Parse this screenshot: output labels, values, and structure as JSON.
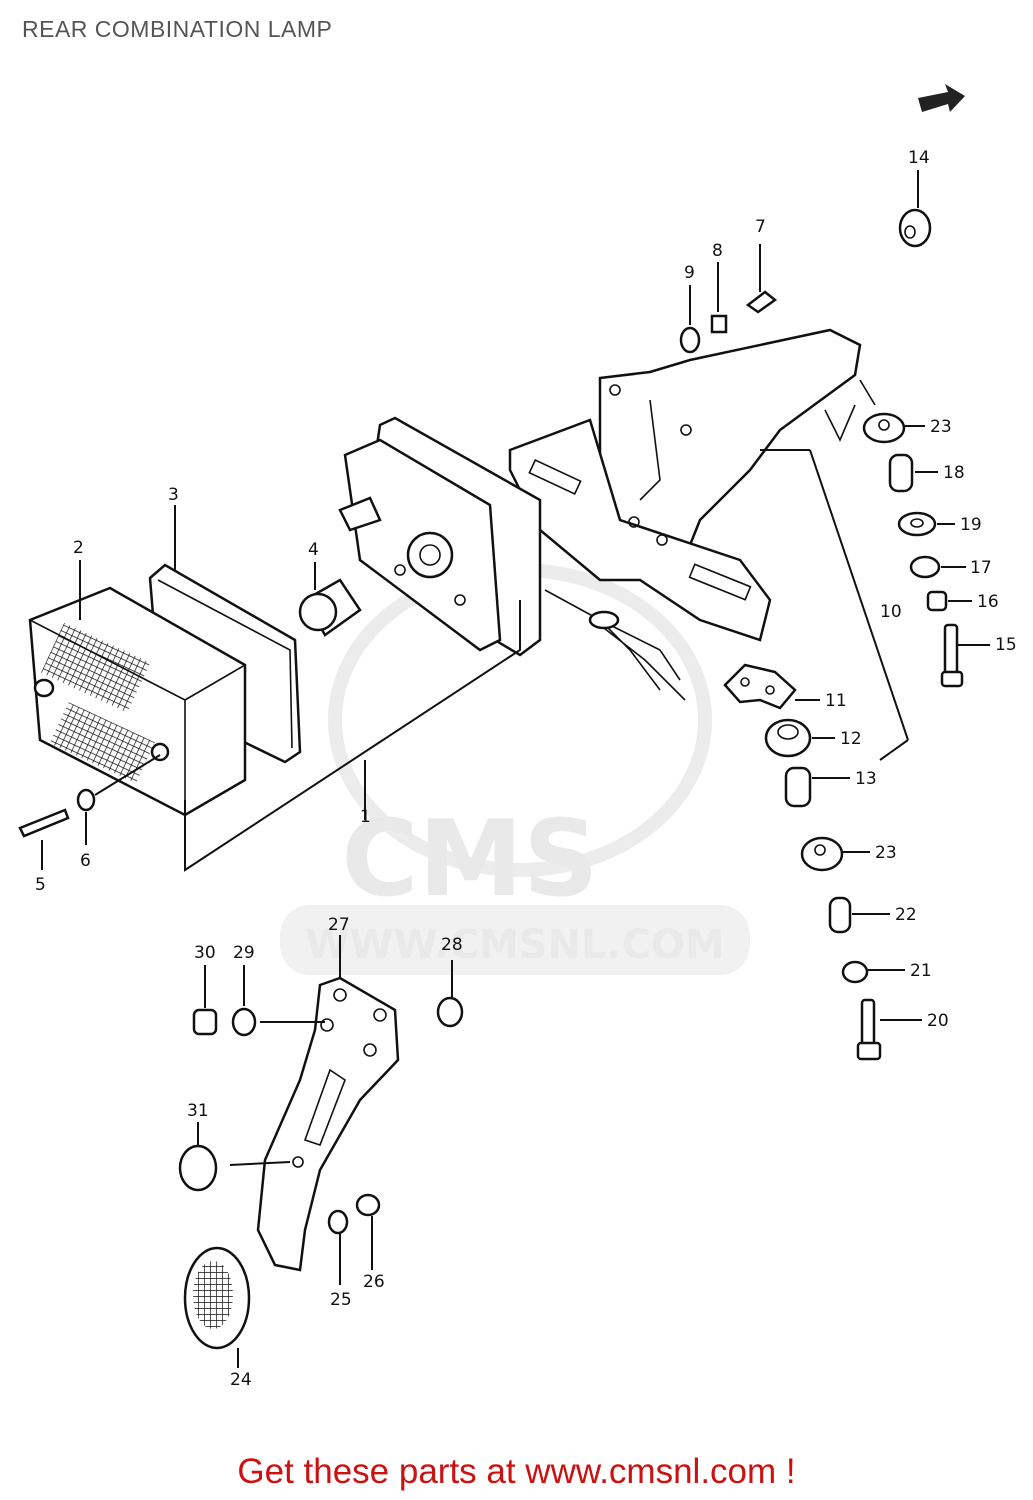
{
  "title": "REAR COMBINATION LAMP",
  "footer": "Get these parts at www.cmsnl.com !",
  "watermark": {
    "logo": "CMS",
    "url": "WWW.CMSNL.COM"
  },
  "labels": [
    "1",
    "2",
    "3",
    "4",
    "5",
    "6",
    "7",
    "8",
    "9",
    "10",
    "11",
    "12",
    "13",
    "14",
    "15",
    "16",
    "17",
    "18",
    "19",
    "20",
    "21",
    "22",
    "23",
    "23",
    "24",
    "25",
    "26",
    "27",
    "28",
    "29",
    "30",
    "31"
  ],
  "colors": {
    "footer": "#cc1111",
    "title": "#555555",
    "watermark": "#e9e9e9"
  },
  "icons": [
    "direction-arrow-icon"
  ]
}
